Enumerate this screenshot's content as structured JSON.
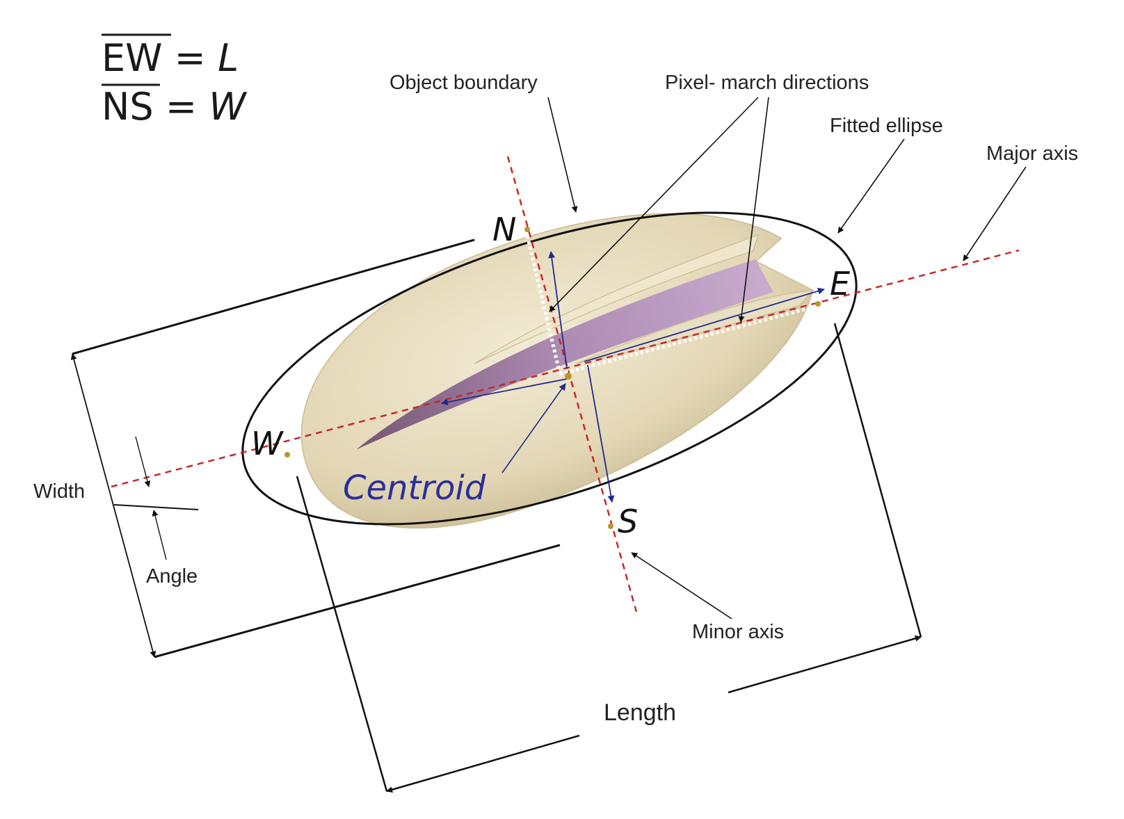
{
  "formulas": {
    "line1": {
      "overline": "EW",
      "op": " = ",
      "var": "L"
    },
    "line2": {
      "overline": "NS",
      "op": " = ",
      "var": "W"
    }
  },
  "points": {
    "north": "N",
    "south": "S",
    "east": "E",
    "west": "W"
  },
  "labels": {
    "object_boundary": "Object boundary",
    "pixel_march": "Pixel- march directions",
    "fitted_ellipse": "Fitted ellipse",
    "major_axis": "Major axis",
    "minor_axis": "Minor axis",
    "width": "Width",
    "angle": "Angle",
    "length": "Length",
    "centroid": "Centroid"
  },
  "colors": {
    "axis_dashed": "#c62828",
    "pixel_march_arrow": "#1e2a8c",
    "centroid_text": "#2b2f9a",
    "ellipse": "#111111",
    "nut_shell": "#e6dcc0",
    "nut_kernel": "#a07ca8"
  }
}
